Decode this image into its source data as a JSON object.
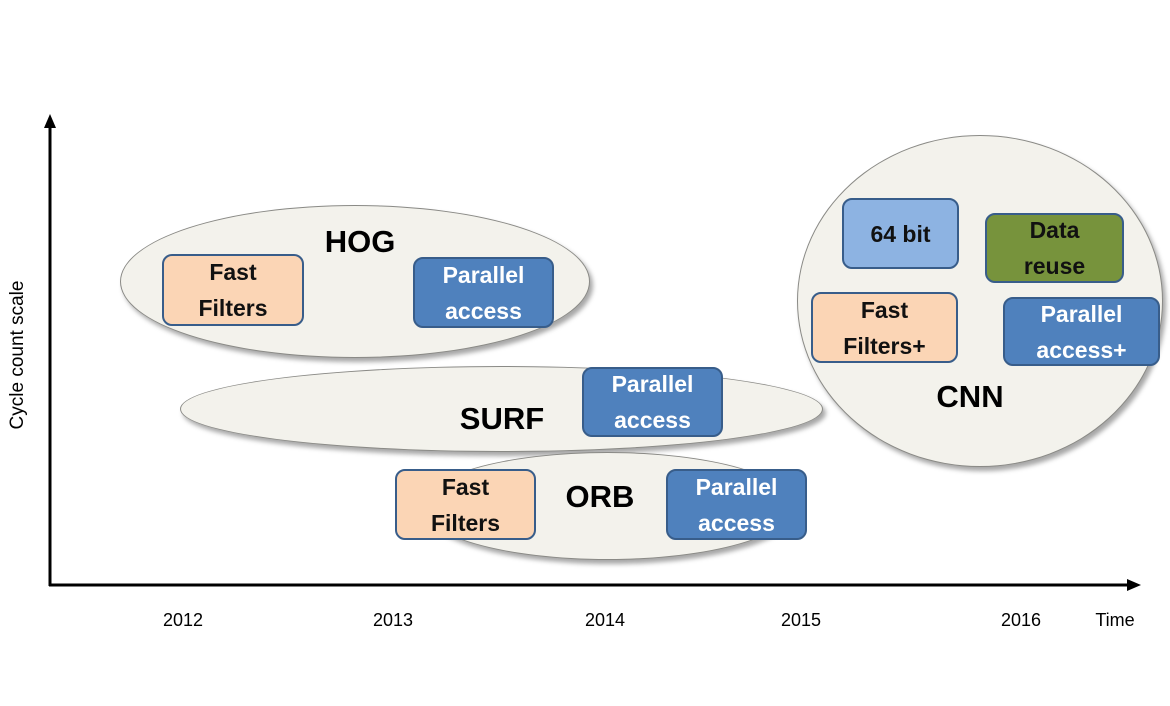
{
  "axes": {
    "y_label": "Cycle count scale",
    "x_label": "Time",
    "x_ticks": [
      "2012",
      "2013",
      "2014",
      "2015",
      "2016"
    ]
  },
  "groups": {
    "hog": {
      "label": "HOG",
      "items": [
        "Fast\nFilters",
        "Parallel\naccess"
      ]
    },
    "surf": {
      "label": "SURF",
      "items": [
        "Parallel\naccess"
      ]
    },
    "orb": {
      "label": "ORB",
      "items": [
        "Fast\nFilters",
        "Parallel\naccess"
      ]
    },
    "cnn": {
      "label": "CNN",
      "items": [
        "64 bit",
        "Data\nreuse",
        "Fast\nFilters+",
        "Parallel\naccess+"
      ]
    }
  },
  "colors": {
    "fast_filters": "#fbd5b5",
    "parallel_access": "#4f81bd",
    "bit64": "#8db3e2",
    "data_reuse": "#77933c",
    "group_fill": "#f3f2ec"
  }
}
